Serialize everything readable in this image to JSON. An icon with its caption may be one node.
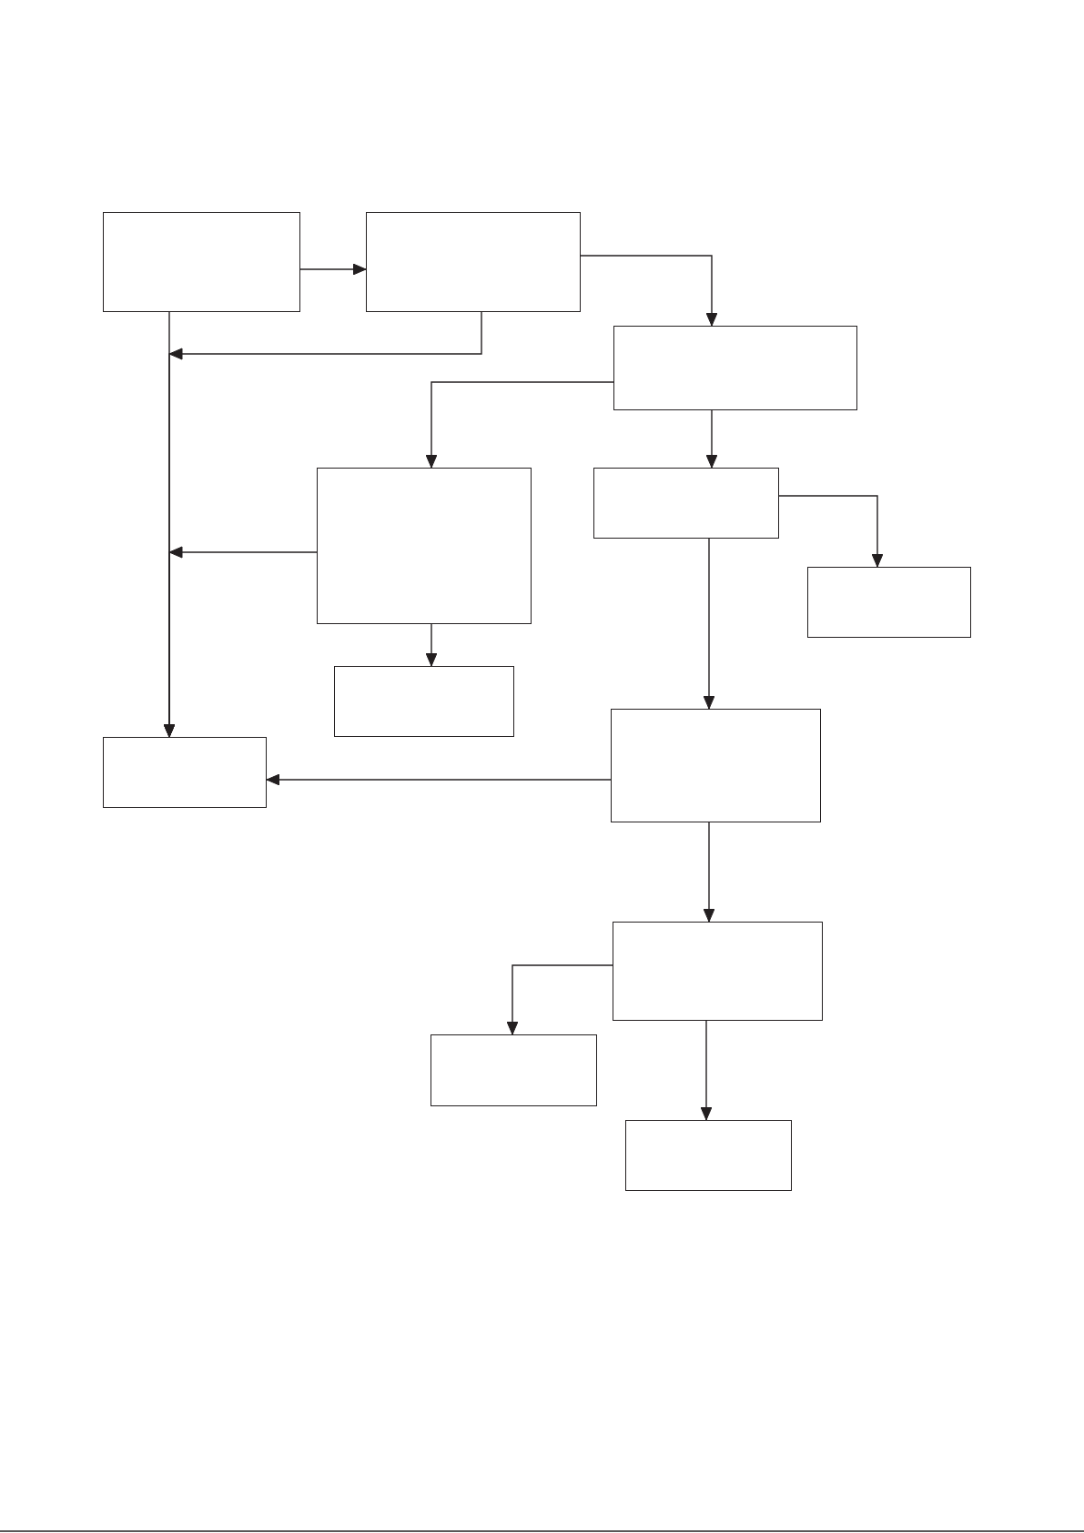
{
  "diagram": {
    "nodes": [
      {
        "text": [],
        "shape": "box"
      },
      {
        "text": [],
        "shape": "box"
      },
      {
        "text": [],
        "shape": "box"
      },
      {
        "text": [],
        "shape": "box"
      },
      {
        "text": [],
        "shape": "box"
      },
      {
        "text": [],
        "shape": "box"
      },
      {
        "text": [],
        "shape": "box"
      },
      {
        "text": [],
        "shape": "box"
      },
      {
        "text": [],
        "shape": "box"
      },
      {
        "text": [],
        "shape": "box"
      },
      {
        "text": [],
        "shape": "box"
      },
      {
        "text": [],
        "shape": "box"
      }
    ],
    "edges": [
      {
        "from": 0,
        "to": 1,
        "arrow": "to"
      },
      {
        "from": 1,
        "to": 2,
        "arrow": "to"
      },
      {
        "from": 0,
        "to": 7,
        "arrow": "to"
      },
      {
        "from": 1,
        "to": 7,
        "arrow": "to"
      },
      {
        "from": 2,
        "to": 3,
        "arrow": "to"
      },
      {
        "from": 2,
        "to": 4,
        "arrow": "to"
      },
      {
        "from": 3,
        "to": 7,
        "arrow": "to"
      },
      {
        "from": 4,
        "to": 5,
        "arrow": "to"
      },
      {
        "from": 3,
        "to": 6,
        "arrow": "to"
      },
      {
        "from": 4,
        "to": 8,
        "arrow": "to"
      },
      {
        "from": 8,
        "to": 7,
        "arrow": "to"
      },
      {
        "from": 8,
        "to": 9,
        "arrow": "to"
      },
      {
        "from": 9,
        "to": 10,
        "arrow": "to"
      },
      {
        "from": 9,
        "to": 11,
        "arrow": "to"
      }
    ]
  }
}
